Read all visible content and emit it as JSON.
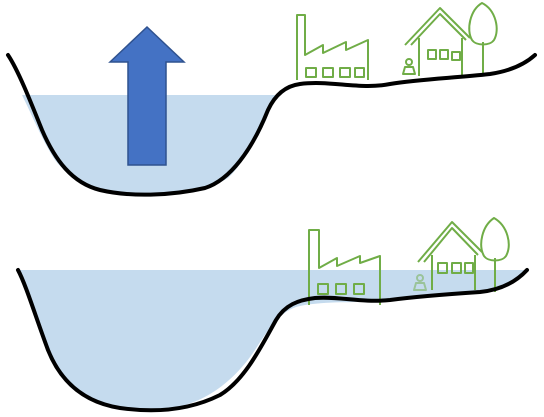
{
  "diagram": {
    "panels": [
      {
        "id": "before",
        "description_icons": [
          "factory-icon",
          "house-icon",
          "tree-icon",
          "person-icon",
          "up-arrow-icon"
        ],
        "water_state": "low"
      },
      {
        "id": "after",
        "description_icons": [
          "factory-icon",
          "house-icon",
          "tree-icon",
          "person-icon"
        ],
        "water_state": "high"
      }
    ],
    "colors": {
      "water": "#c5dbee",
      "ground_line": "#000000",
      "arrow_fill": "#4472c4",
      "arrow_stroke": "#2f528f",
      "icon_stroke": "#70ad47"
    }
  }
}
